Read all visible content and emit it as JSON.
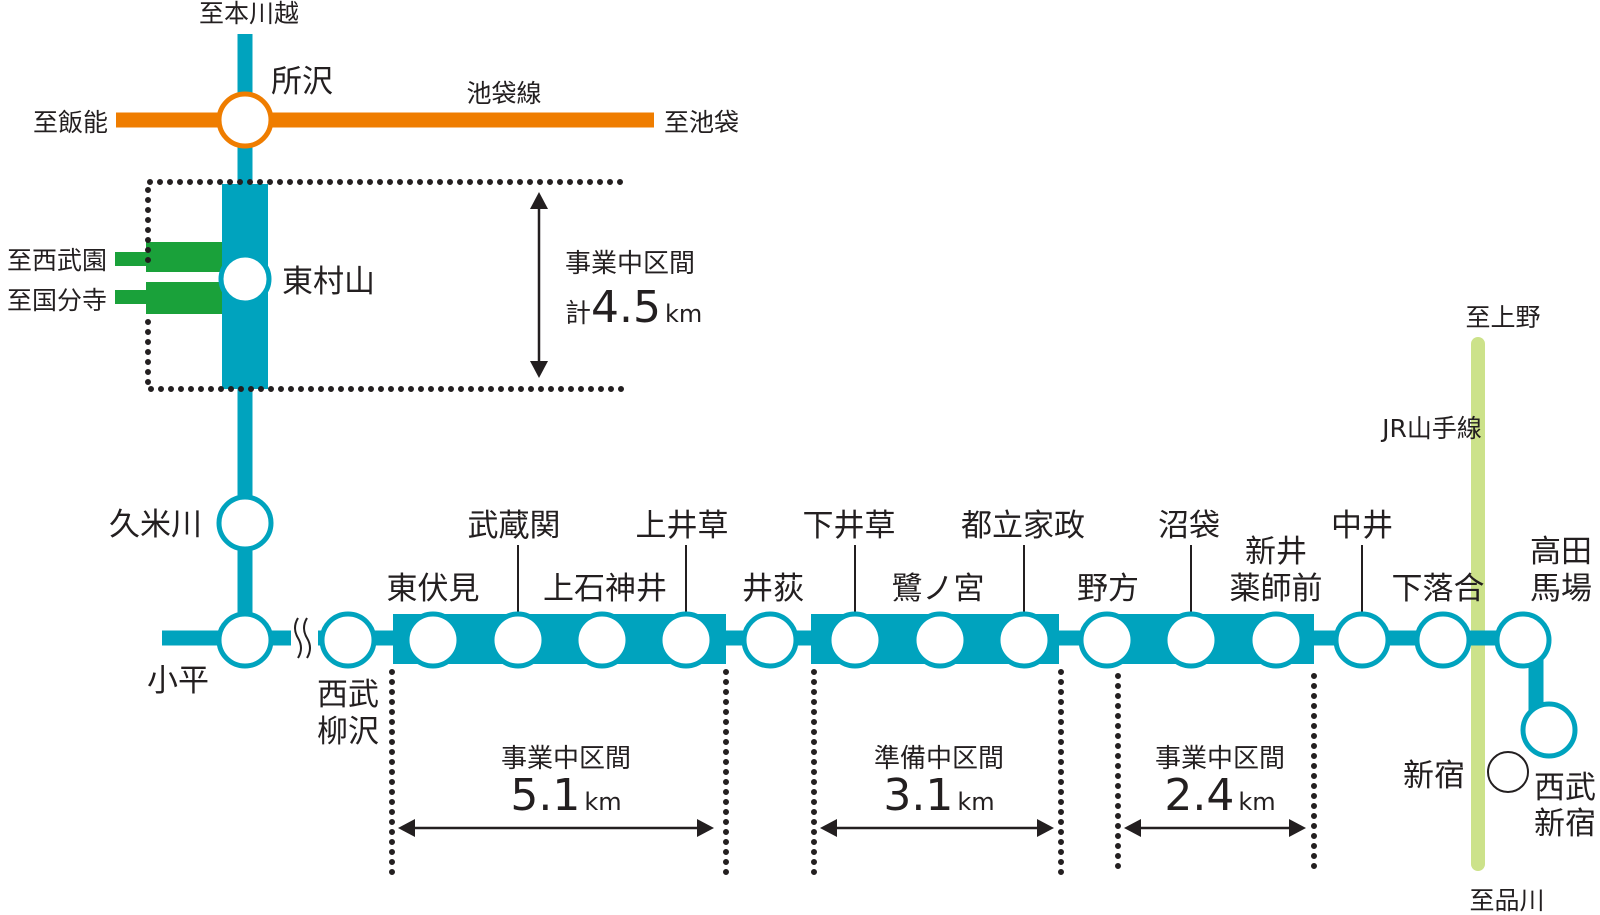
{
  "colors": {
    "seibu": "#00a3be",
    "ikebukuro": "#ef7d00",
    "green": "#1aa13a",
    "jr": "#cce28a",
    "dots": "#231f20"
  },
  "lines": {
    "ikebukuro": "池袋線",
    "jr": "JR山手線"
  },
  "directions": {
    "hon_kawagoe": "至本川越",
    "hanno": "至飯能",
    "ikebukuro": "至池袋",
    "seibuen": "至西武園",
    "kokubunji": "至国分寺",
    "ueno": "至上野",
    "shinagawa": "至品川"
  },
  "stations": {
    "tokorozawa": "所沢",
    "higashimurayama": "東村山",
    "kumegawa": "久米川",
    "kodaira_label": "小平",
    "yagisawa": [
      "西武",
      "柳沢"
    ],
    "higashifushimi": "東伏見",
    "musashiseki": "武蔵関",
    "kamishakujii": "上石神井",
    "kamiigusa": "上井草",
    "iogi": "井荻",
    "shimoigusa": "下井草",
    "saginomiya": "鷺ノ宮",
    "toritsukasei": "都立家政",
    "nogata": "野方",
    "numabukuro": "沼袋",
    "araiyakushi": [
      "新井",
      "薬師前"
    ],
    "nakai": "中井",
    "shimoochiai": "下落合",
    "takadanobaba": [
      "高田",
      "馬場"
    ],
    "shinjuku": "新宿",
    "seibushinjuku": [
      "西武",
      "新宿"
    ]
  },
  "sections": {
    "higashimurayama": {
      "label": "事業中区間",
      "prefix": "計",
      "value": "4.5",
      "unit": "km"
    },
    "section_a": {
      "label": "事業中区間",
      "value": "5.1",
      "unit": "km"
    },
    "section_b": {
      "label": "準備中区間",
      "value": "3.1",
      "unit": "km"
    },
    "section_c": {
      "label": "事業中区間",
      "value": "2.4",
      "unit": "km"
    }
  }
}
